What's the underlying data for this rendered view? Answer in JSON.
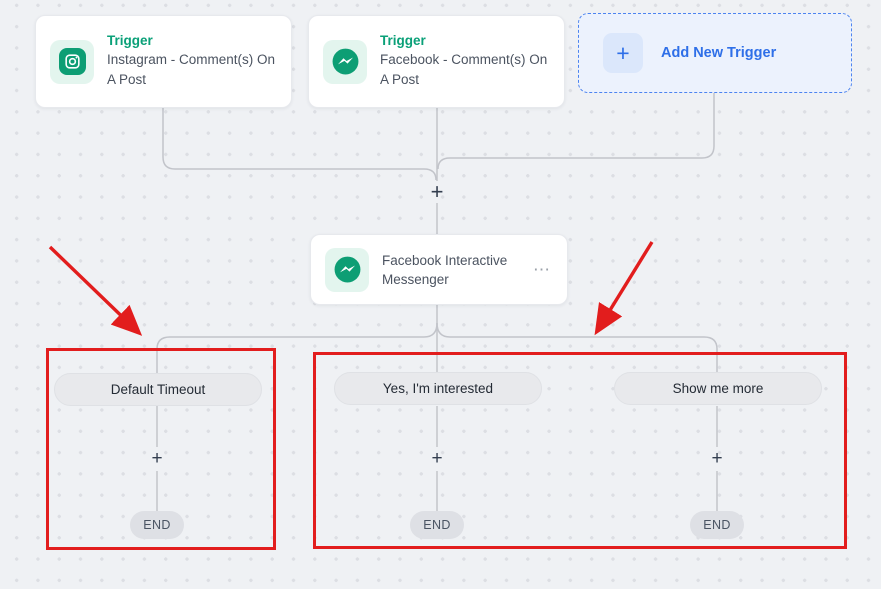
{
  "colors": {
    "accent_green": "#0aa078",
    "accent_blue": "#2e6fe8",
    "annotation_red": "#e21d1d",
    "connector_gray": "#c2c4ca"
  },
  "triggers": [
    {
      "label": "Trigger",
      "description": "Instagram - Comment(s) On A Post",
      "icon": "instagram-icon"
    },
    {
      "label": "Trigger",
      "description": "Facebook - Comment(s) On A Post",
      "icon": "messenger-icon"
    }
  ],
  "add_trigger": {
    "label": "Add New Trigger",
    "plus_glyph": "+"
  },
  "action_node": {
    "title": "Facebook Interactive Messenger",
    "menu_glyph": "⋯",
    "icon": "messenger-icon"
  },
  "merge_plus_glyph": "+",
  "branches": [
    {
      "label": "Default Timeout",
      "plus_glyph": "+",
      "end_label": "END"
    },
    {
      "label": "Yes, I'm interested",
      "plus_glyph": "+",
      "end_label": "END"
    },
    {
      "label": "Show me more",
      "plus_glyph": "+",
      "end_label": "END"
    }
  ]
}
